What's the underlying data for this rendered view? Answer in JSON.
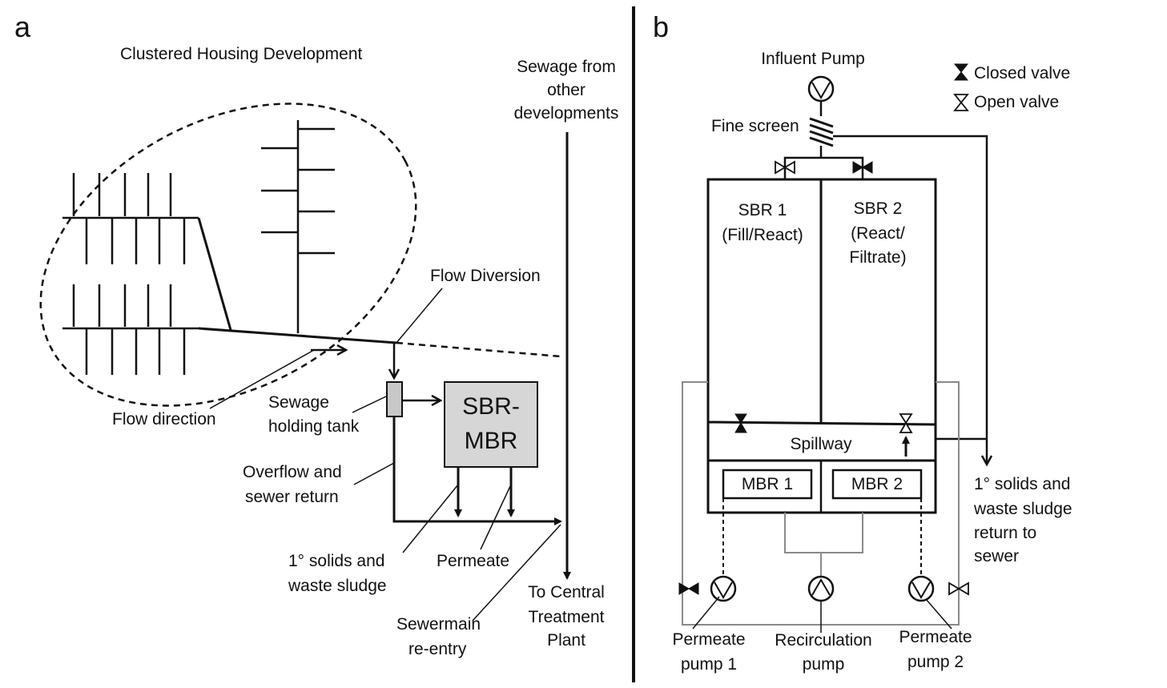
{
  "panel_a": {
    "letter": "a",
    "housing": "Clustered Housing Development",
    "sewage_other": [
      "Sewage from",
      "other",
      "developments"
    ],
    "flow_diversion": "Flow Diversion",
    "flow_direction": "Flow direction",
    "holding_tank": [
      "Sewage",
      "holding tank"
    ],
    "sbr_mbr": [
      "SBR-",
      "MBR"
    ],
    "overflow": [
      "Overflow and",
      "sewer return"
    ],
    "solids": [
      "1° solids and",
      "waste sludge"
    ],
    "permeate": "Permeate",
    "sewermain": [
      "Sewermain",
      "re-entry"
    ],
    "central": [
      "To Central",
      "Treatment",
      "Plant"
    ]
  },
  "panel_b": {
    "letter": "b",
    "influent_pump": "Influent Pump",
    "closed_valve": "Closed valve",
    "open_valve": "Open valve",
    "fine_screen": "Fine screen",
    "sbr1": [
      "SBR 1",
      "(Fill/React)"
    ],
    "sbr2": [
      "SBR 2",
      "(React/",
      "Filtrate)"
    ],
    "spillway": "Spillway",
    "mbr1": "MBR 1",
    "mbr2": "MBR  2",
    "return": [
      "1° solids and",
      "waste sludge",
      "return to",
      "sewer"
    ],
    "permeate_pump1": [
      "Permeate",
      "pump 1"
    ],
    "recirculation": [
      "Recirculation",
      "pump"
    ],
    "permeate_pump2": [
      "Permeate",
      "pump 2"
    ]
  }
}
